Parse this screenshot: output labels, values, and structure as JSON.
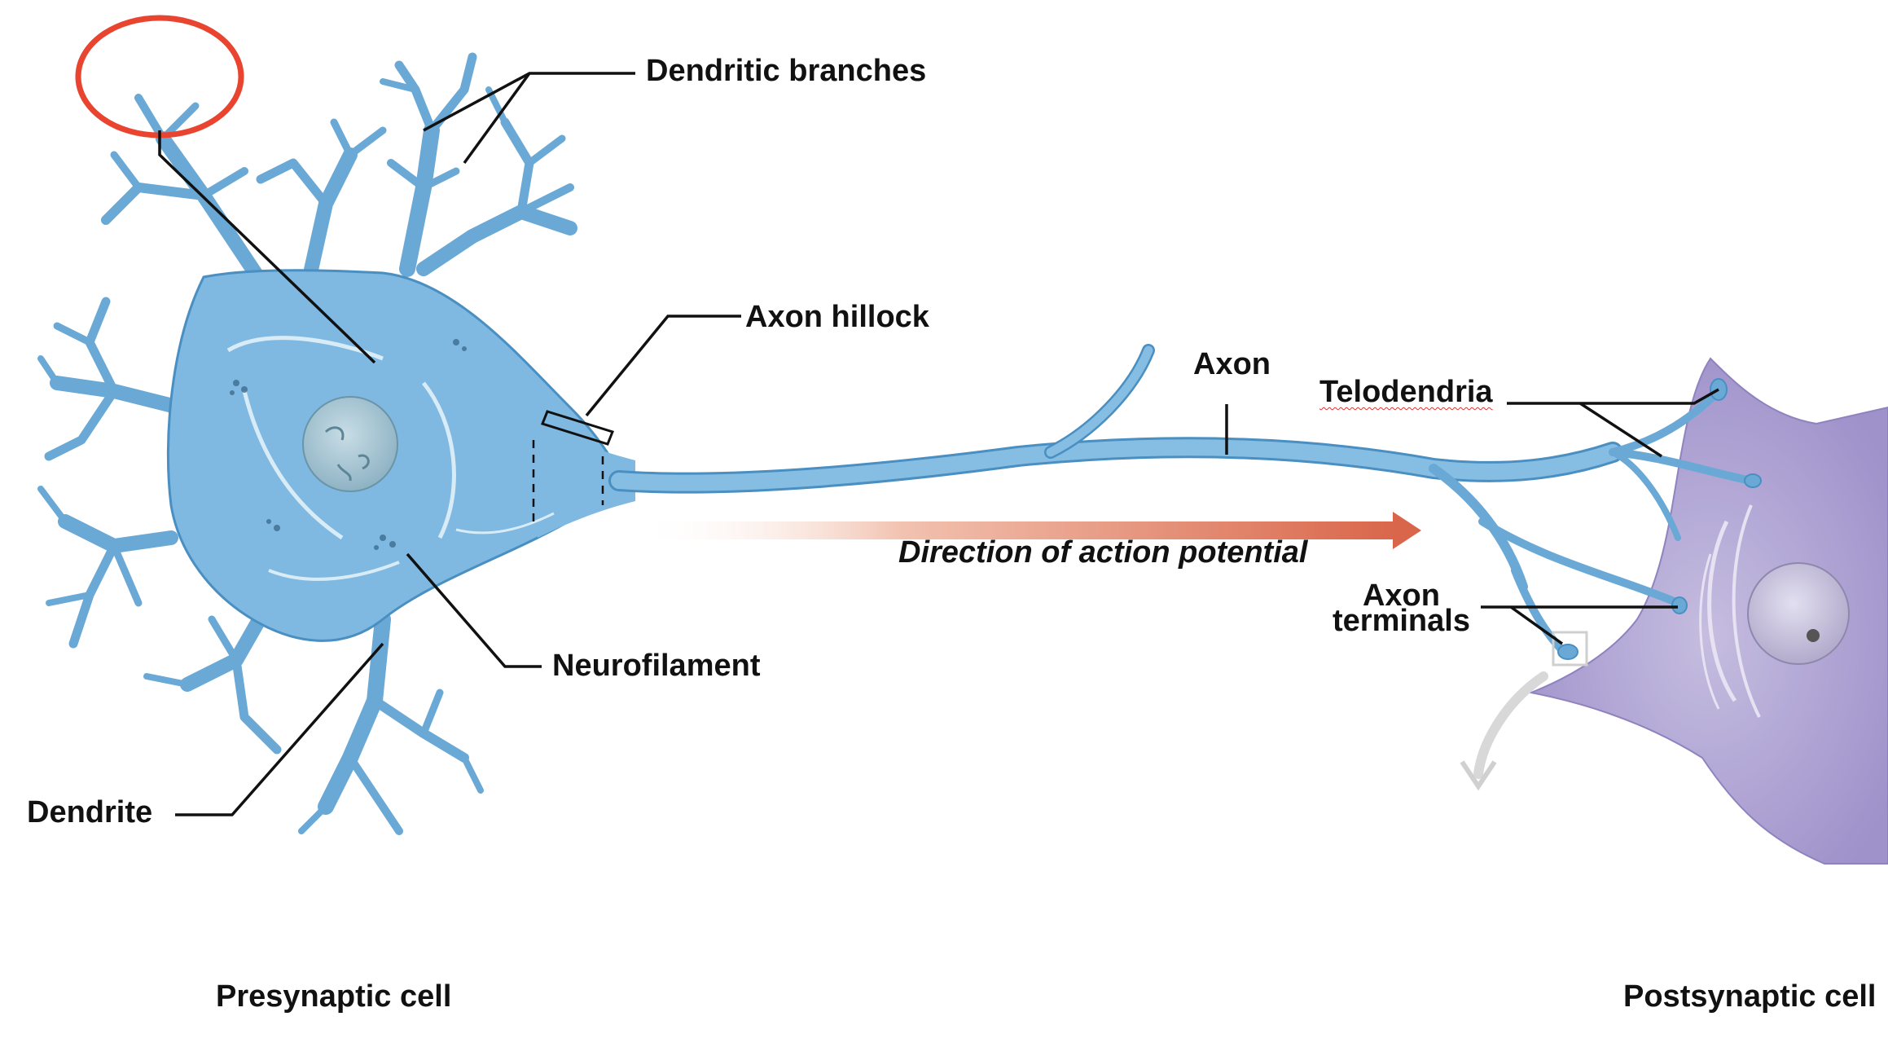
{
  "labels": {
    "dendritic_branches": "Dendritic branches",
    "axon_hillock": "Axon hillock",
    "axon": "Axon",
    "telodendria": "Telodendria",
    "direction": "Direction of action potential",
    "axon_terminals_line1": "Axon",
    "axon_terminals_line2": "terminals",
    "neurofilament": "Neurofilament",
    "dendrite": "Dendrite",
    "presynaptic": "Presynaptic cell",
    "postsynaptic": "Postsynaptic cell"
  },
  "colors": {
    "neuron_fill": "#7fb8e0",
    "neuron_stroke": "#4a8fc2",
    "nucleus": "#a9c6d3",
    "postsynaptic_fill": "#a79bd1",
    "arrow": "#d9664a",
    "highlight_circle": "#e8442f",
    "leader_line": "#111111"
  }
}
